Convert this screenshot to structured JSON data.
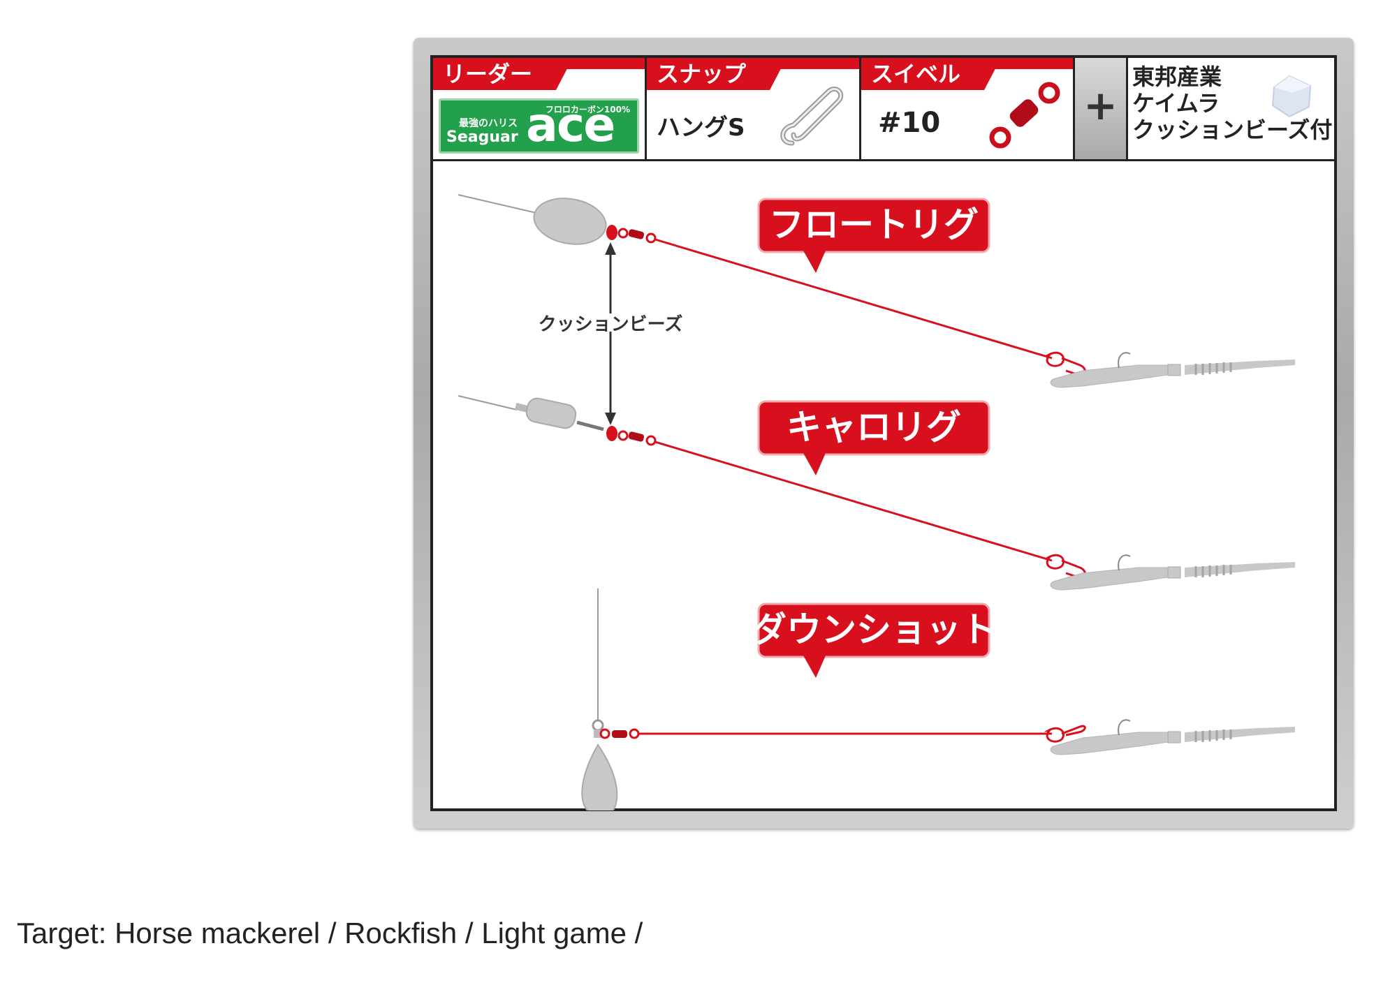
{
  "header": {
    "leader": {
      "label": "リーダー",
      "brand_small": "フロロカーボン100%",
      "brand_jp": "最強のハリス",
      "brand_name": "Seaguar",
      "brand_product": "ace"
    },
    "snap": {
      "label": "スナップ",
      "value": "ハングS"
    },
    "swivel": {
      "label": "スイベル",
      "value": "#10"
    },
    "plus": "+",
    "beads": {
      "line1": "東邦産業",
      "line2": "ケイムラ",
      "line3": "クッションビーズ付"
    }
  },
  "rigs": [
    {
      "label": "フロートリグ"
    },
    {
      "label": "キャロリグ"
    },
    {
      "label": "ダウンショット"
    }
  ],
  "annotation": {
    "cushion_beads": "クッションビーズ"
  },
  "caption": "Target: Horse mackerel / Rockfish / Light game /",
  "colors": {
    "accent_red": "#d8101e",
    "brand_green": "#22a04c",
    "gray_lure": "#c8c8c8"
  }
}
